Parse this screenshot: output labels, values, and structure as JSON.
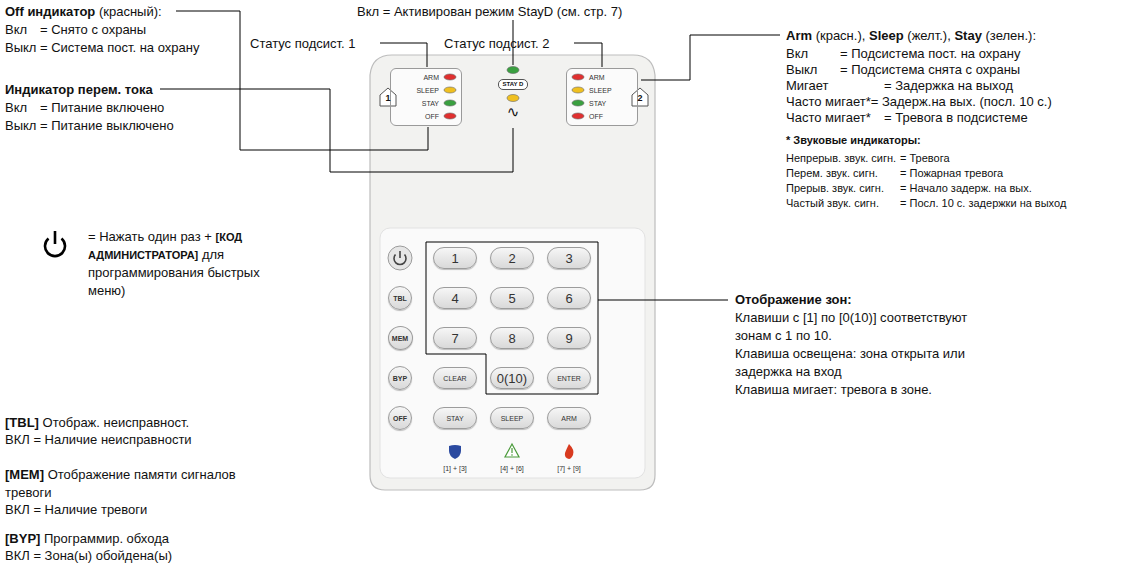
{
  "diagram": {
    "nodes": [
      {
        "text": [
          "[1] + [3]",
          "[4] + [6]",
          "[7] + [9]"
        ]
      },
      {
        "text": [
          "ARM",
          "SLEEP",
          "STAY",
          "OFF"
        ],
        "in": 0
      },
      {
        "text": [
          "STAY D"
        ],
        "in": 0
      },
      {
        "text": [
          "ARM",
          "SLEEP",
          "STAY",
          "OFF"
        ],
        "in": 0
      },
      {
        "text": [
          "1"
        ],
        "in": 0
      },
      {
        "text": [
          "2"
        ],
        "in": 0
      },
      {
        "text": [
          "3"
        ],
        "in": 0
      },
      {
        "text": [
          "TBL"
        ],
        "in": 0
      },
      {
        "text": [
          "4"
        ],
        "in": 0
      },
      {
        "text": [
          "5"
        ],
        "in": 0
      },
      {
        "text": [
          "6"
        ],
        "in": 0
      },
      {
        "text": [
          "MEM"
        ],
        "in": 0
      },
      {
        "text": [
          "7"
        ],
        "in": 0
      },
      {
        "text": [
          "8"
        ],
        "in": 0
      },
      {
        "text": [
          "9"
        ],
        "in": 0
      },
      {
        "text": [
          "BYP"
        ],
        "in": 0
      },
      {
        "text": [
          "CLEAR"
        ],
        "in": 0
      },
      {
        "text": [
          "0(10)"
        ],
        "in": 0
      },
      {
        "text": [
          "ENTER"
        ],
        "in": 0
      },
      {
        "text": [
          "OFF"
        ],
        "in": 0
      },
      {
        "text": [
          "STAY"
        ],
        "in": 0
      },
      {
        "text": [
          "SLEEP"
        ],
        "in": 0
      },
      {
        "text": [
          "ARM"
        ],
        "in": 0
      }
    ],
    "labels": [
      "Off индикатор",
      "(красный):",
      "Вкл",
      "= Снято с охраны",
      "Выкл",
      "= Система пост. на охрану",
      "Вкл = Активирован режим StayD (см. стр. 7)",
      "Статус подсист. 1",
      "Статус подсист. 2",
      "Индикатор перем. тока",
      "Вкл",
      "= Питание включено",
      "Выкл",
      "= Питание выключено",
      "Arm",
      "(красн.),",
      "Sleep",
      "(желт.),",
      "Stay",
      "(зелен.):",
      "Вкл",
      "= Подсистема пост. на охрану",
      "Выкл",
      "= Подсистема снята с охраны",
      "Мигает",
      "= Задержка на выход",
      "Часто мигает*= Задерж.на вых. (посл. 10 с.)",
      "Часто мигает*",
      "= Тревога в подсистеме",
      "* Звуковые индикаторы:",
      "Непрерыв. звук. сигн.",
      "= Тревога",
      "Перем. звук. сигн.",
      "= Пожарная тревога",
      "Прерыв. звук. сигн.",
      "= Начало задерж. на вых.",
      "Частый звук. сигн.",
      "= Посл. 10 с. задержки на выход",
      "= Нажать один раз +",
      "[КОД АДМИНИСТРАТОРА]",
      "для программирования быстрых меню)",
      "[TBL]",
      "Отображ. неисправност.",
      "ВКЛ = Наличие неисправности",
      "[MEM]",
      "Отображение памяти сигналов тревоги",
      "ВКЛ = Наличие тревоги",
      "[BYP]",
      "Программир. обхода",
      "ВКЛ = Зона(ы) обойдена(ы)",
      "Отображение зон:",
      "Клавиши с [1] по [0(10)] соответствуют",
      "зонам с 1 по 10.",
      "Клавиша освещена: зона открыта или",
      "задержка на вход",
      "Клавиша мигает: тревога в зоне.",
      "∿",
      "1",
      "2"
    ]
  }
}
